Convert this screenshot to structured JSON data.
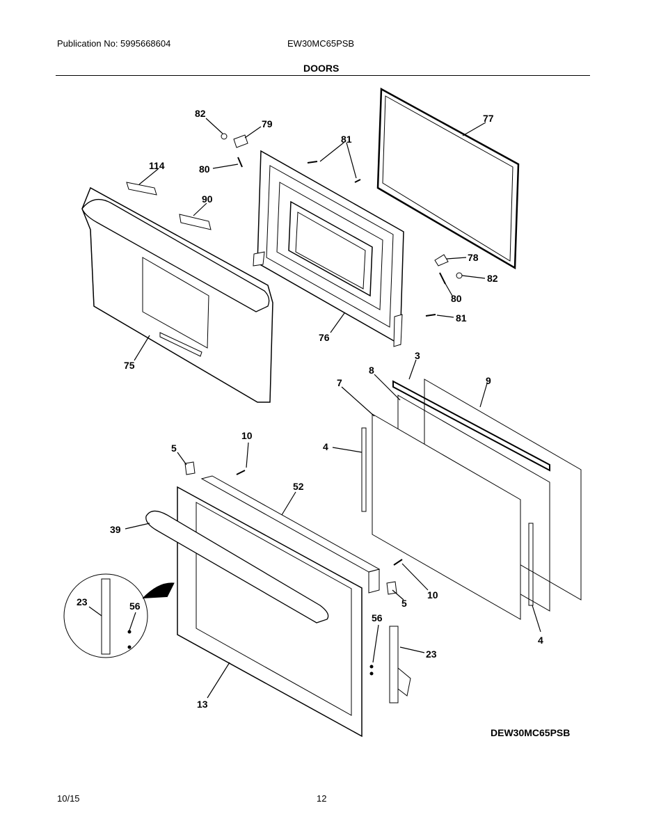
{
  "header": {
    "publication": "Publication No: 5995668604",
    "model": "EW30MC65PSB",
    "section": "DOORS"
  },
  "diagram": {
    "callouts": {
      "c82a": "82",
      "c79": "79",
      "c81a": "81",
      "c77": "77",
      "c114": "114",
      "c80a": "80",
      "c90": "90",
      "c78": "78",
      "c82b": "82",
      "c80b": "80",
      "c81b": "81",
      "c76": "76",
      "c75": "75",
      "c3": "3",
      "c8": "8",
      "c7": "7",
      "c9": "9",
      "c10a": "10",
      "c5a": "5",
      "c4a": "4",
      "c52": "52",
      "c39": "39",
      "c10b": "10",
      "c5b": "5",
      "c23a": "23",
      "c56a": "56",
      "c4b": "4",
      "c56b": "56",
      "c23b": "23",
      "c13": "13"
    },
    "diagram_model": "DEW30MC65PSB"
  },
  "footer": {
    "date": "10/15",
    "page": "12"
  }
}
